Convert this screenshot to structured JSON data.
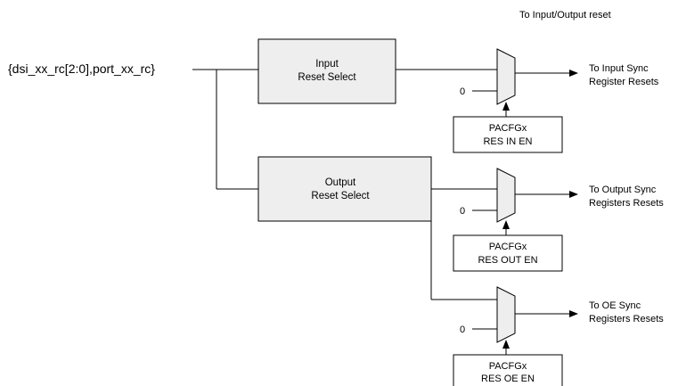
{
  "header_note": "To Input/Output reset",
  "input_signal": "{dsi_xx_rc[2:0],port_xx_rc}",
  "selectors": {
    "input": {
      "line1": "Input",
      "line2": "Reset Select"
    },
    "output": {
      "line1": "Output",
      "line2": "Reset Select"
    }
  },
  "muxes": [
    {
      "zero_label": "0",
      "cfg_line1": "PACFGx",
      "cfg_line2": "RES IN EN",
      "out_line1": "To Input Sync",
      "out_line2": "Register Resets"
    },
    {
      "zero_label": "0",
      "cfg_line1": "PACFGx",
      "cfg_line2": "RES OUT EN",
      "out_line1": "To Output Sync",
      "out_line2": "Registers Resets"
    },
    {
      "zero_label": "0",
      "cfg_line1": "PACFGx",
      "cfg_line2": "RES OE EN",
      "out_line1": "To OE Sync",
      "out_line2": "Registers Resets"
    }
  ],
  "colors": {
    "block_fill": "#eeeeee",
    "stroke": "#000000"
  }
}
